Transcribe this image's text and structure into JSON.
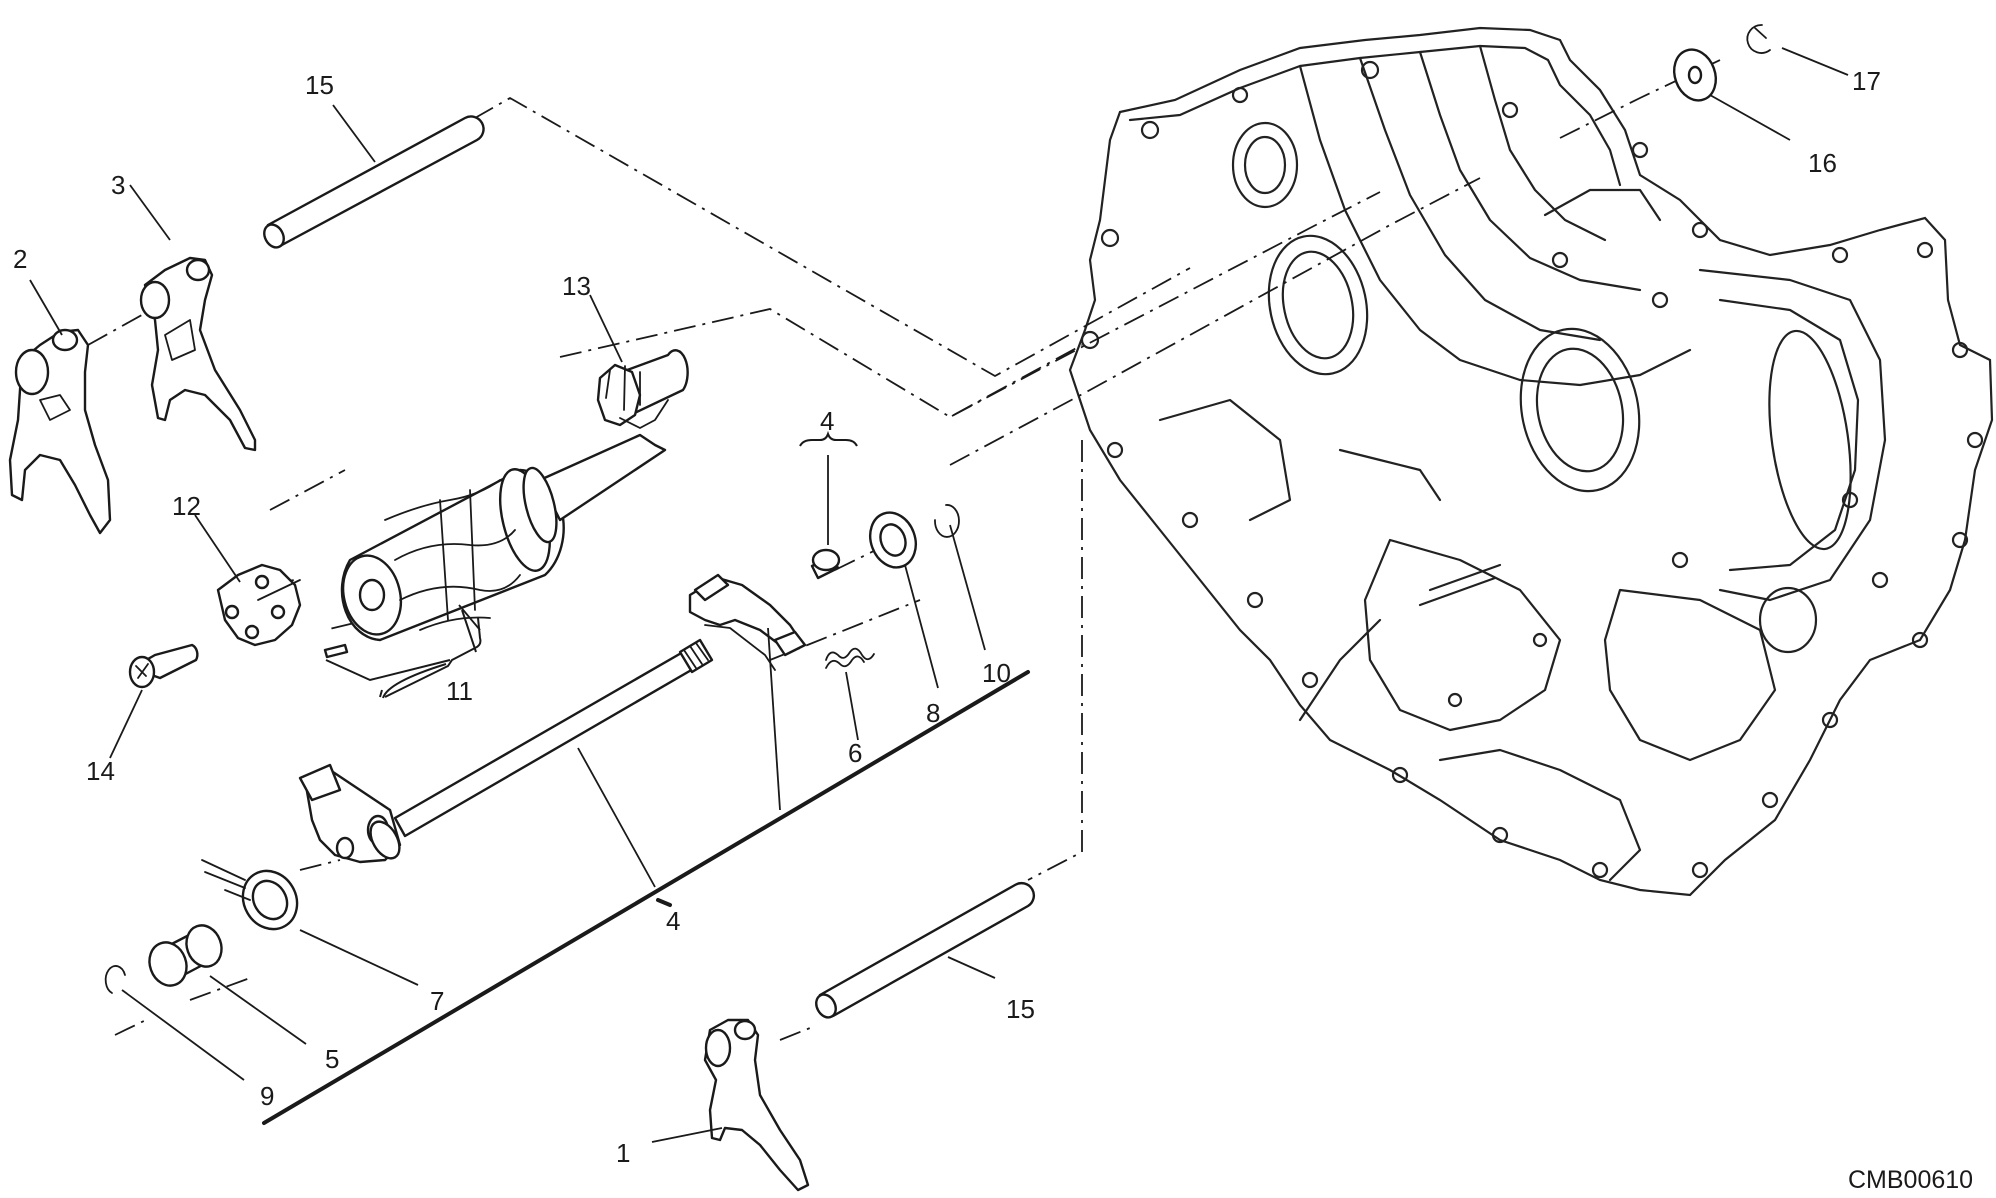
{
  "callouts": {
    "c1": "1",
    "c2": "2",
    "c3": "3",
    "c4a": "4",
    "c4b": "4",
    "c5": "5",
    "c6": "6",
    "c7": "7",
    "c8": "8",
    "c9": "9",
    "c10": "10",
    "c11": "11",
    "c12": "12",
    "c13": "13",
    "c14": "14",
    "c15a": "15",
    "c15b": "15",
    "c16": "16",
    "c17": "17"
  },
  "drawing_code": "CMB00610",
  "colors": {
    "line": "#1a1a1a",
    "background": "#ffffff"
  }
}
